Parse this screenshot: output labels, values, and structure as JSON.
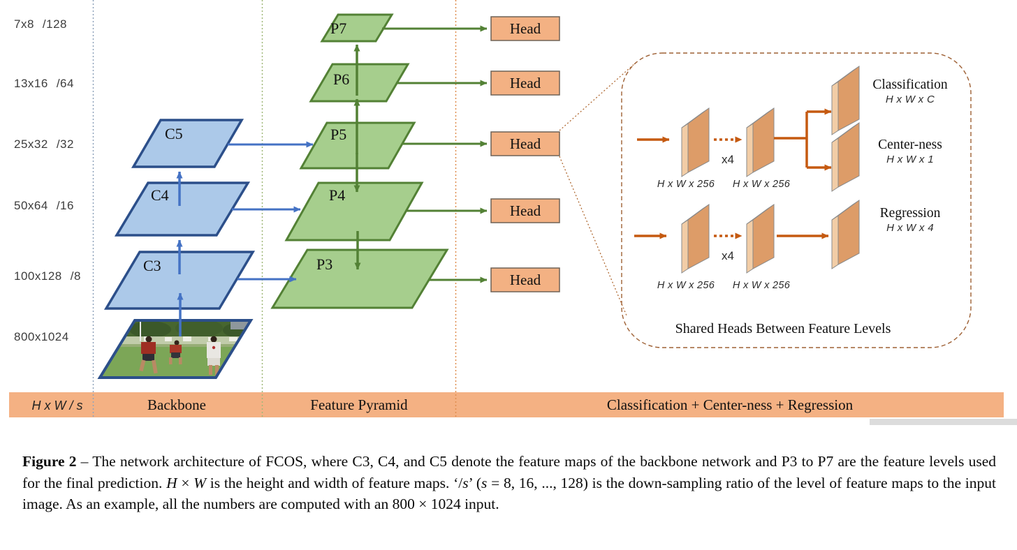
{
  "figure": {
    "row_labels": [
      {
        "size": "7x8",
        "stride": "/128"
      },
      {
        "size": "13x16",
        "stride": "/64"
      },
      {
        "size": "25x32",
        "stride": "/32"
      },
      {
        "size": "50x64",
        "stride": "/16"
      },
      {
        "size": "100x128",
        "stride": "/8"
      },
      {
        "size": "800x1024",
        "stride": ""
      }
    ],
    "backbone_blocks": [
      "C5",
      "C4",
      "C3"
    ],
    "pyramid_blocks": [
      "P7",
      "P6",
      "P5",
      "P4",
      "P3"
    ],
    "head_labels": [
      "Head",
      "Head",
      "Head",
      "Head",
      "Head"
    ],
    "head_detail": {
      "conv_labels": [
        "H x W x 256",
        "H x W x 256",
        "H x W x 256",
        "H x W x 256"
      ],
      "multipliers": [
        "x4",
        "x4"
      ],
      "outputs": [
        {
          "name": "Classification",
          "dims": "H x W x C"
        },
        {
          "name": "Center-ness",
          "dims": "H x W x 1"
        },
        {
          "name": "Regression",
          "dims": "H x W x 4"
        }
      ],
      "footer": "Shared Heads Between Feature Levels"
    },
    "bottom_bar": {
      "dims": "H x W  / s",
      "sections": [
        "Backbone",
        "Feature Pyramid",
        "Classification + Center-ness + Regression"
      ]
    },
    "colors": {
      "blue_fill": "#ACC9E9",
      "blue_stroke": "#2C4F8A",
      "green_fill": "#A6CE8D",
      "green_stroke": "#538135",
      "orange_fill": "#F3B183",
      "orange_stroke": "#6e6257",
      "arrow_blue": "#4472C4",
      "arrow_green": "#538135",
      "arrow_orange": "#C55A11",
      "slab_face": "#DD9C68",
      "slab_side": "#F2CDA6",
      "panel_dash": "#9E6034",
      "bar_fill": "#F4B183"
    }
  },
  "caption": {
    "parts": [
      {
        "text": "Figure 2",
        "style": "bold"
      },
      {
        "text": " – The network architecture of FCOS, where C3, C4, and C5 denote the feature maps of the backbone network and P3 to P7 are the feature levels used for the final prediction.  ",
        "style": "normal"
      },
      {
        "text": "H",
        "style": "italic"
      },
      {
        "text": " × ",
        "style": "normal"
      },
      {
        "text": "W",
        "style": "italic"
      },
      {
        "text": " is the height and width of feature maps.  ‘/",
        "style": "normal"
      },
      {
        "text": "s",
        "style": "italic"
      },
      {
        "text": "’ (",
        "style": "normal"
      },
      {
        "text": "s",
        "style": "italic"
      },
      {
        "text": " = 8, 16, ..., 128) is the down-sampling ratio of the level of feature maps to the input image. As an example, all the numbers are computed with an 800 × 1024 input.",
        "style": "normal"
      }
    ]
  }
}
